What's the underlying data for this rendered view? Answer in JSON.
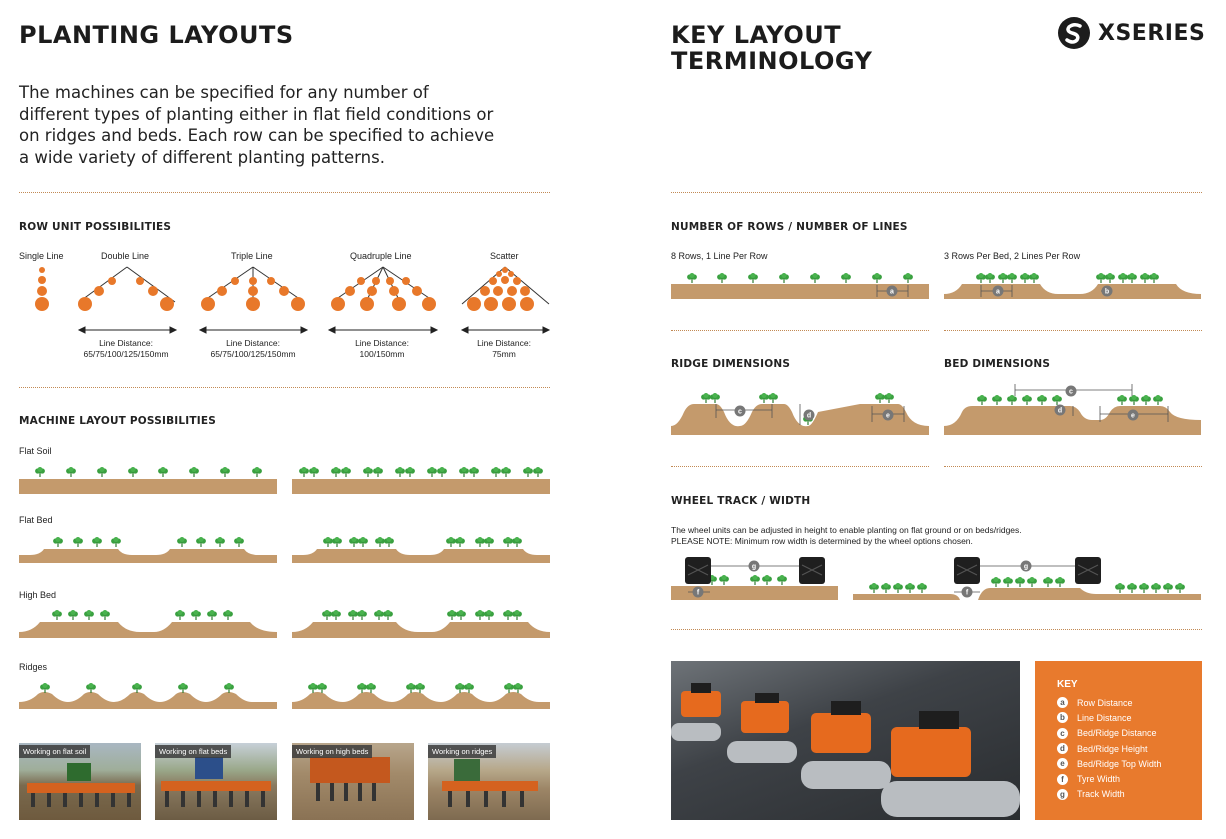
{
  "left": {
    "title": "PLANTING LAYOUTS",
    "intro": "The machines can be specified for any number of different types of planting either in flat field conditions or on ridges and beds. Each row can be specified to achieve a wide variety of different planting patterns.",
    "row_units": {
      "heading": "ROW UNIT POSSIBILITIES",
      "items": [
        {
          "label": "Single Line",
          "distance_label": "",
          "distance_value": ""
        },
        {
          "label": "Double Line",
          "distance_label": "Line Distance:",
          "distance_value": "65/75/100/125/150mm"
        },
        {
          "label": "Triple Line",
          "distance_label": "Line Distance:",
          "distance_value": "65/75/100/125/150mm"
        },
        {
          "label": "Quadruple Line",
          "distance_label": "Line Distance:",
          "distance_value": "100/150mm"
        },
        {
          "label": "Scatter",
          "distance_label": "Line Distance:",
          "distance_value": "75mm"
        }
      ]
    },
    "machine_layouts": {
      "heading": "MACHINE LAYOUT POSSIBILITIES",
      "rows": [
        "Flat Soil",
        "Flat Bed",
        "High Bed",
        "Ridges"
      ]
    },
    "photos": [
      {
        "tag": "Working on flat soil"
      },
      {
        "tag": "Working on flat beds"
      },
      {
        "tag": "Working on high beds"
      },
      {
        "tag": "Working on ridges"
      }
    ]
  },
  "right": {
    "title_line1": "KEY LAYOUT",
    "title_line2": "TERMINOLOGY",
    "brand": "XSERIES",
    "rows_lines": {
      "heading": "NUMBER OF ROWS / NUMBER OF LINES",
      "left_caption": "8 Rows, 1 Line Per Row",
      "right_caption": "3 Rows Per Bed, 2 Lines Per Row"
    },
    "ridge_heading": "RIDGE DIMENSIONS",
    "bed_heading": "BED DIMENSIONS",
    "wheel": {
      "heading": "WHEEL TRACK / WIDTH",
      "line1": "The wheel units can be adjusted in height to enable planting on flat ground or on beds/ridges.",
      "line2": "PLEASE NOTE: Minimum row width is determined by the wheel options chosen."
    },
    "key": {
      "title": "KEY",
      "items": [
        {
          "letter": "a",
          "label": "Row Distance"
        },
        {
          "letter": "b",
          "label": "Line Distance"
        },
        {
          "letter": "c",
          "label": "Bed/Ridge Distance"
        },
        {
          "letter": "d",
          "label": "Bed/Ridge Height"
        },
        {
          "letter": "e",
          "label": "Bed/Ridge Top Width"
        },
        {
          "letter": "f",
          "label": "Tyre Width"
        },
        {
          "letter": "g",
          "label": "Track Width"
        }
      ]
    },
    "colors": {
      "soil": "#c49a6c",
      "plant": "#3a9a3a",
      "seed": "#e8782a",
      "accent": "#e87a2d"
    }
  }
}
